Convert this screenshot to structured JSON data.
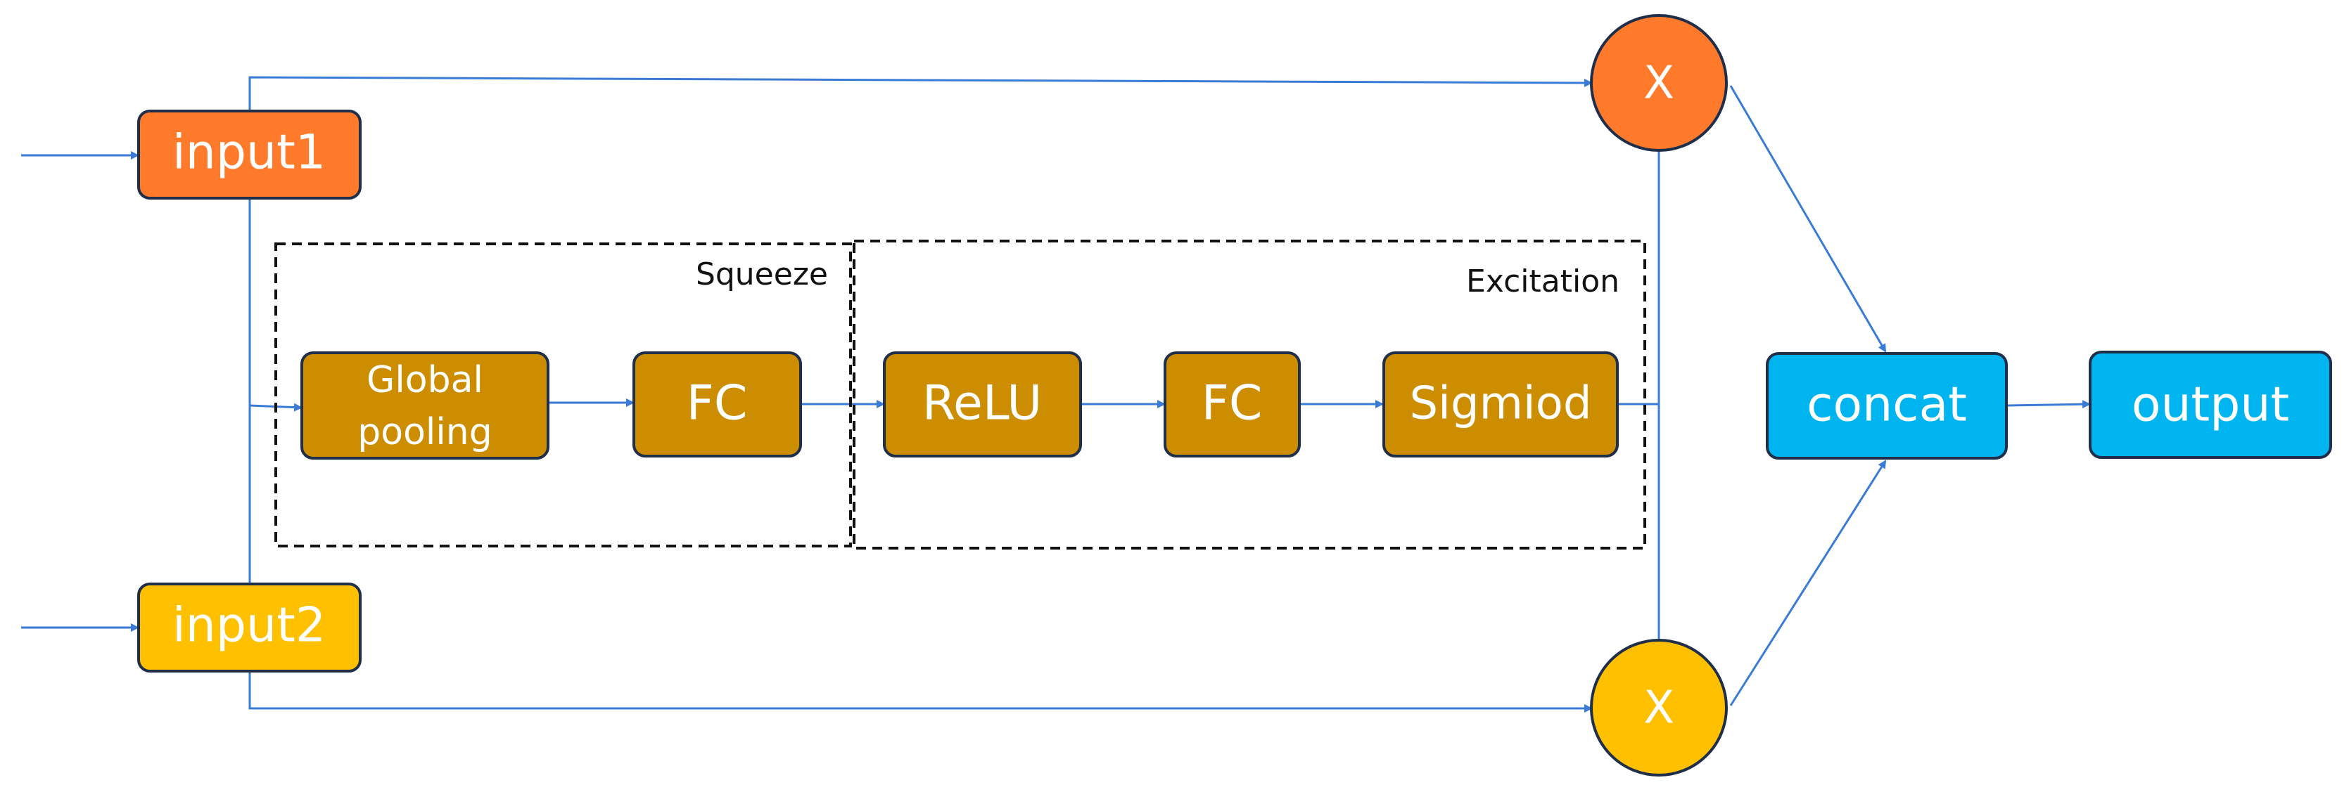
{
  "colors": {
    "orange": "#FF7A2B",
    "yellow": "#FFC000",
    "brown": "#CC8E00",
    "blue": "#00B4EF",
    "arrow": "#3A7BD5",
    "border": "#1F2F4A"
  },
  "nodes": {
    "input1": "input1",
    "input2": "input2",
    "global_pooling_line1": "Global",
    "global_pooling_line2": "pooling",
    "fc1": "FC",
    "relu": "ReLU",
    "fc2": "FC",
    "sigmoid": "Sigmiod",
    "multiply_top": "X",
    "multiply_bottom": "X",
    "concat": "concat",
    "output": "output"
  },
  "groups": {
    "squeeze": "Squeeze",
    "excitation": "Excitation"
  }
}
